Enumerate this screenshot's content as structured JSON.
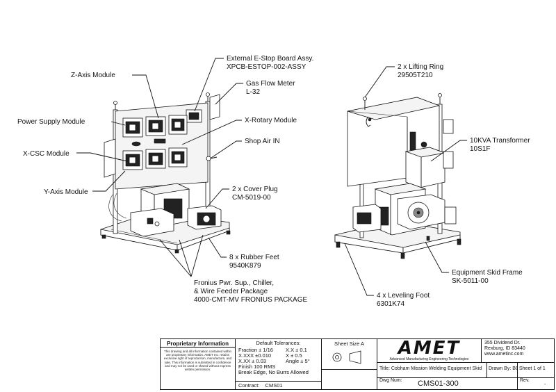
{
  "labels": {
    "estop_1": "External E-Stop Board Assy.",
    "estop_2": "XPCB-ESTOP-002-ASSY",
    "zaxis": "Z-Axis Module",
    "gas_1": "Gas Flow Meter",
    "gas_2": "L-32",
    "power": "Power Supply Module",
    "xrot": "X-Rotary Module",
    "xcsc": "X-CSC Module",
    "air": "Shop Air IN",
    "yaxis": "Y-Axis Module",
    "plug_1": "2 x Cover Plug",
    "plug_2": "CM-5019-00",
    "feet_1": "8 x Rubber Feet",
    "feet_2": "9540K879",
    "fron_1": "Fronius Pwr. Sup., Chiller,",
    "fron_2": "& Wire Feeder Package",
    "fron_3": "4000-CMT-MV FRONIUS PACKAGE",
    "ring_1": "2 x Lifting Ring",
    "ring_2": "29505T210",
    "trans_1": "10KVA Transformer",
    "trans_2": "10S1F",
    "skid_1": "Equipment Skid Frame",
    "skid_2": "SK-5011-00",
    "level_1": "4 x Leveling Foot",
    "level_2": "6301K74"
  },
  "title_block": {
    "proprietary_title": "Proprietary Information",
    "proprietary_text": "This drawing and all information contained within are proprietary information. AMET Inc. retains exclusive right of reproduction, manufacture, and sale. This information is submitted in confidence and may not be used or shared without express written permission.",
    "tolerances_title": "Default Tolerances:",
    "tol_1": "Fraction ± 1/16",
    "tol_2": "X.X ± 0.1",
    "tol_3": "X.XXX ±0.010",
    "tol_4": "X ± 0.5",
    "tol_5": "X.XX ± 0.03",
    "tol_6": "Angle ± 5°",
    "finish": "Finish 100 RMS",
    "break_edge": "Break Edge, No Burrs Allowed",
    "contract_label": "Contract:",
    "contract_value": "CMS01",
    "sheet_size": "Sheet Size A",
    "logo": "AMET",
    "logo_sub": "Advanced Manufacturing Engineering Technologies",
    "addr_1": "355 Dividend Dr.",
    "addr_2": "Rexburg, ID 83440",
    "addr_3": "www.ametinc.com",
    "title_label": "Title:",
    "title_value": "Cobham Mission Welding Equipment Skid",
    "drawn_by": "Drawn By: BG",
    "sheet": "Sheet  1 of 1",
    "dwg_label": "Dwg Num:",
    "dwg_value": "CMS01-300",
    "rev_label": "Rev.",
    "rev_value": "-"
  }
}
